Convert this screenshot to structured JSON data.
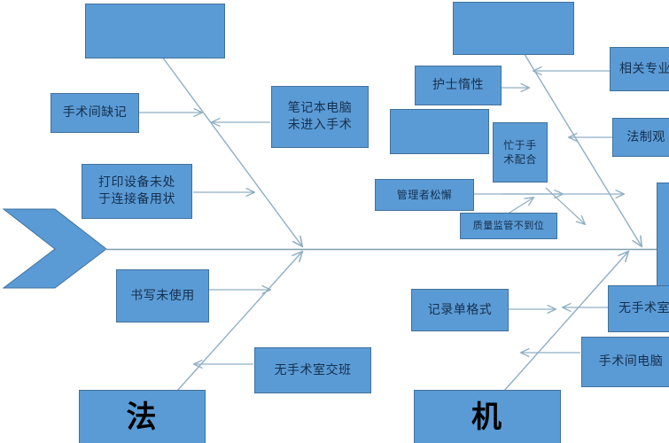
{
  "diagram": {
    "type": "fishbone-ishikawa",
    "accent_fill": "#5B9BD5",
    "accent_stroke": "#41719C",
    "bone_color": "#8FAFC4",
    "spine_color": "#7E9BAD",
    "text_color": "#14304f",
    "categories": [
      {
        "id": "cat-fa",
        "label": "法"
      },
      {
        "id": "cat-ji",
        "label": "机"
      },
      {
        "id": "cat-top-left",
        "label": ""
      },
      {
        "id": "cat-top-right",
        "label": ""
      }
    ],
    "causes": [
      {
        "id": "cause-shoushujian-queji",
        "lines": [
          "手术间缺记"
        ]
      },
      {
        "id": "cause-dayin-shebei",
        "lines": [
          "打印设备未处",
          "于连接备用状"
        ]
      },
      {
        "id": "cause-bijiben-diannao",
        "lines": [
          "笔记本电脑",
          "未进入手术"
        ]
      },
      {
        "id": "cause-hushi-duoxing",
        "lines": [
          "护士惰性"
        ]
      },
      {
        "id": "cause-mangyu-shoushu",
        "lines": [
          "忙于手",
          "术配合"
        ]
      },
      {
        "id": "cause-guanlizhe-songxie",
        "lines": [
          "管理者松懈"
        ]
      },
      {
        "id": "cause-zhiliang-jianguan",
        "lines": [
          "质量监管不到位"
        ]
      },
      {
        "id": "cause-xiangguan-zhuanye",
        "lines": [
          "相关专业"
        ]
      },
      {
        "id": "cause-fazhi-guannian",
        "lines": [
          "法制观"
        ]
      },
      {
        "id": "cause-shuxie-weishiyong",
        "lines": [
          "书写未使用"
        ]
      },
      {
        "id": "cause-wu-jiaoban",
        "lines": [
          "无手术室交班"
        ]
      },
      {
        "id": "cause-jilu-dan-geshi",
        "lines": [
          "记录单格式"
        ]
      },
      {
        "id": "cause-wu-shoushushi",
        "lines": [
          "无手术室"
        ]
      },
      {
        "id": "cause-shoushujian-diannao",
        "lines": [
          "手术间电脑"
        ]
      },
      {
        "id": "cause-blank-top-left",
        "lines": [
          ""
        ]
      },
      {
        "id": "cause-blank-top-right",
        "lines": [
          ""
        ]
      },
      {
        "id": "cause-blank-mid-right",
        "lines": [
          ""
        ]
      },
      {
        "id": "cause-head-effect",
        "lines": [
          ""
        ]
      }
    ]
  }
}
